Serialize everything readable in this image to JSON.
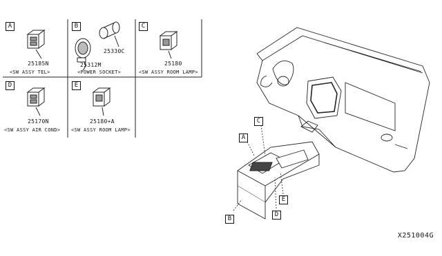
{
  "cells": [
    {
      "letter": "A",
      "part": "25185N",
      "caption": "<SW ASSY TEL>"
    },
    {
      "letter": "B",
      "part_main": "25312M",
      "part_side": "25330C",
      "caption": "<POWER SOCKET>"
    },
    {
      "letter": "C",
      "part": "25180",
      "caption": "<SW ASSY ROOM LAMP>"
    },
    {
      "letter": "D",
      "part": "25170N",
      "caption": "<SW ASSY AIR COND>"
    },
    {
      "letter": "E",
      "part": "25180+A",
      "caption": "<SW ASSY ROOM LAMP>"
    }
  ],
  "callouts": [
    "A",
    "B",
    "C",
    "D",
    "E"
  ],
  "diagram_id": "X251004G"
}
